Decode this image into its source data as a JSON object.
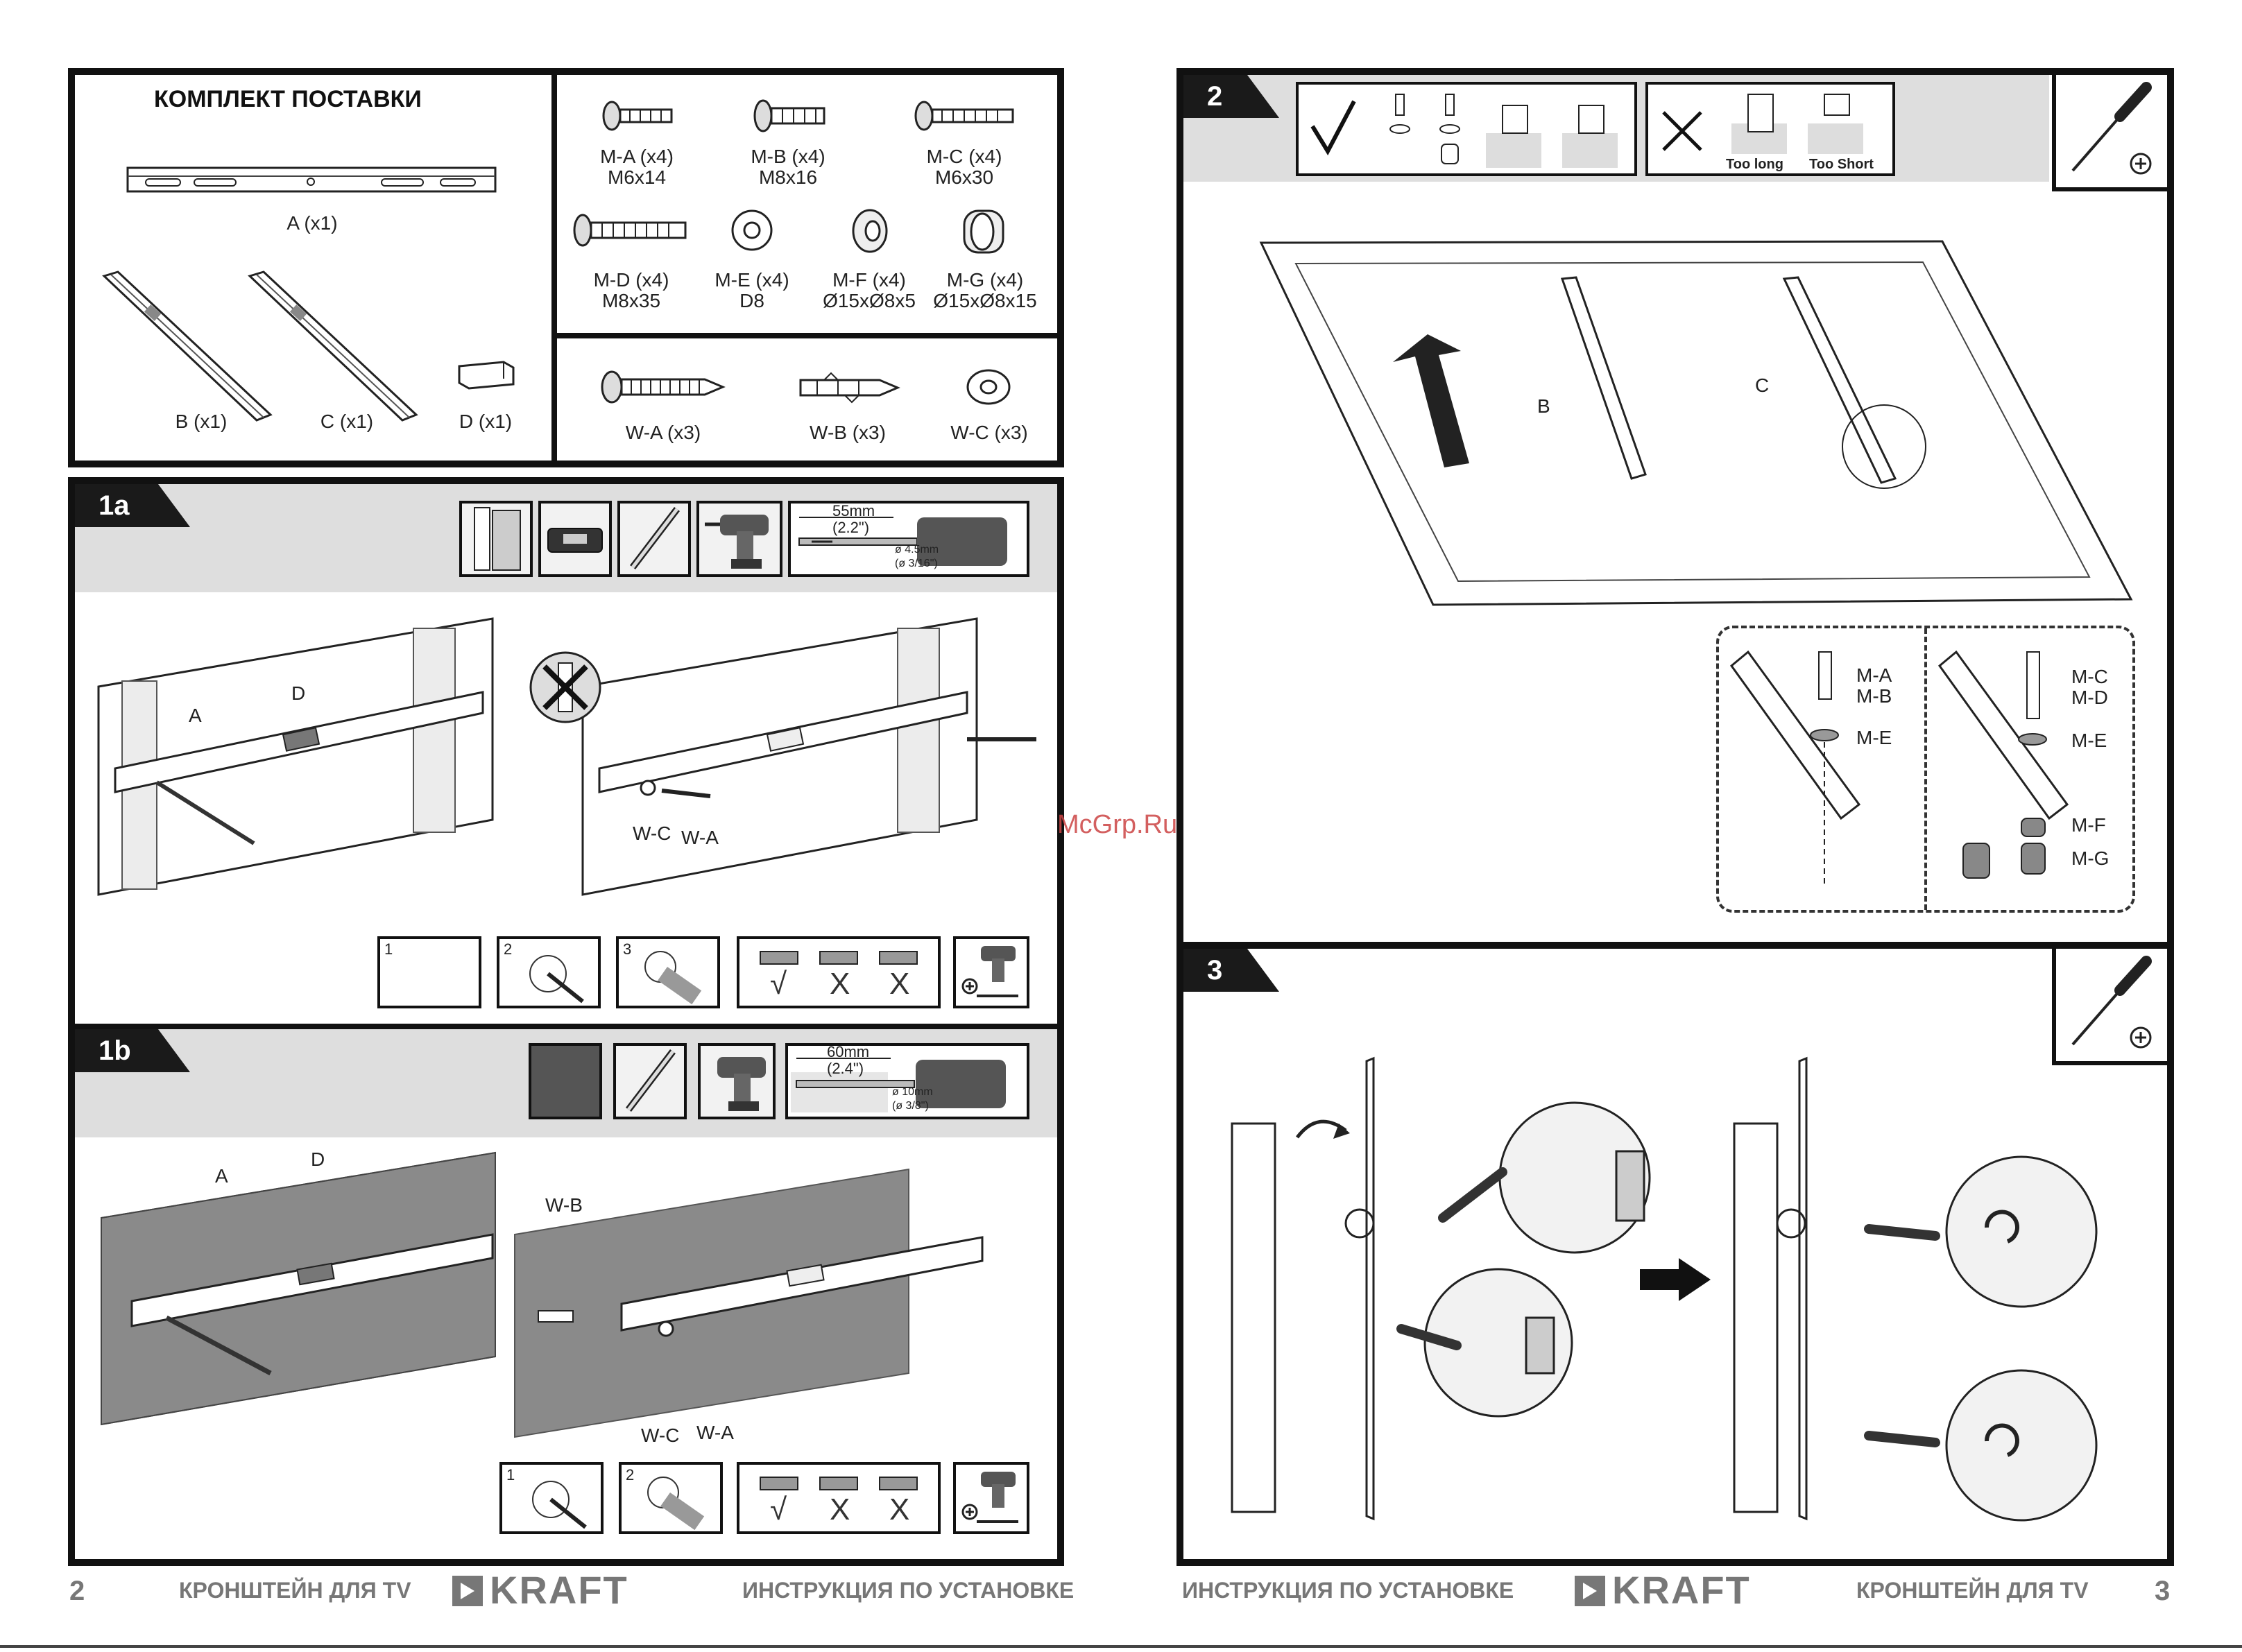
{
  "left_page": {
    "page_number": "2",
    "footer_left": "КРОНШТЕЙН ДЛЯ TV",
    "footer_right": "ИНСТРУКЦИЯ ПО УСТАНОВКЕ",
    "brand": "KRAFT"
  },
  "right_page": {
    "page_number": "3",
    "footer_left": "ИНСТРУКЦИЯ ПО УСТАНОВКЕ",
    "footer_right": "КРОНШТЕЙН ДЛЯ TV",
    "brand": "KRAFT"
  },
  "kit": {
    "title": "КОМПЛЕКТ ПОСТАВКИ",
    "rail": "A (x1)",
    "arms": [
      "B (x1)",
      "C (x1)"
    ],
    "level": "D (x1)",
    "screws": [
      {
        "name": "M-A (x4)",
        "size": "M6x14"
      },
      {
        "name": "M-B (x4)",
        "size": "M8x16"
      },
      {
        "name": "M-C (x4)",
        "size": "M6x30"
      },
      {
        "name": "M-D (x4)",
        "size": "M8x35"
      },
      {
        "name": "M-E (x4)",
        "size": "D8"
      },
      {
        "name": "M-F (x4)",
        "size": "Ø15xØ8x5"
      },
      {
        "name": "M-G (x4)",
        "size": "Ø15xØ8x15"
      }
    ],
    "wall": [
      "W-A (x3)",
      "W-B (x3)",
      "W-C (x3)"
    ]
  },
  "step1a": {
    "label": "1a",
    "drill_depth": "55mm",
    "drill_depth_in": "(2.2\")",
    "drill_dia": "ø 4.5mm",
    "drill_dia_in": "(ø 3/16\")",
    "callouts": {
      "rail": "A",
      "level": "D",
      "washer": "W-C",
      "screw": "W-A"
    },
    "substeps": [
      "1",
      "2",
      "3"
    ],
    "check": "√",
    "cross": "X"
  },
  "step1b": {
    "label": "1b",
    "drill_depth": "60mm",
    "drill_depth_in": "(2.4\")",
    "drill_dia": "ø 10mm",
    "drill_dia_in": "(ø 3/8\")",
    "callouts": {
      "rail": "A",
      "level": "D",
      "anchor": "W-B",
      "washer": "W-C",
      "screw": "W-A"
    },
    "substeps": [
      "1",
      "2"
    ],
    "check": "√",
    "cross": "X"
  },
  "step2": {
    "label": "2",
    "too_long": "Too long",
    "too_short": "Too Short",
    "arm_b": "B",
    "arm_c": "C",
    "detail_left": [
      "M-A",
      "M-B",
      "M-E"
    ],
    "detail_right": [
      "M-C",
      "M-D",
      "M-E",
      "M-F",
      "M-G"
    ]
  },
  "step3": {
    "label": "3"
  },
  "watermark": "McGrp.Ru"
}
